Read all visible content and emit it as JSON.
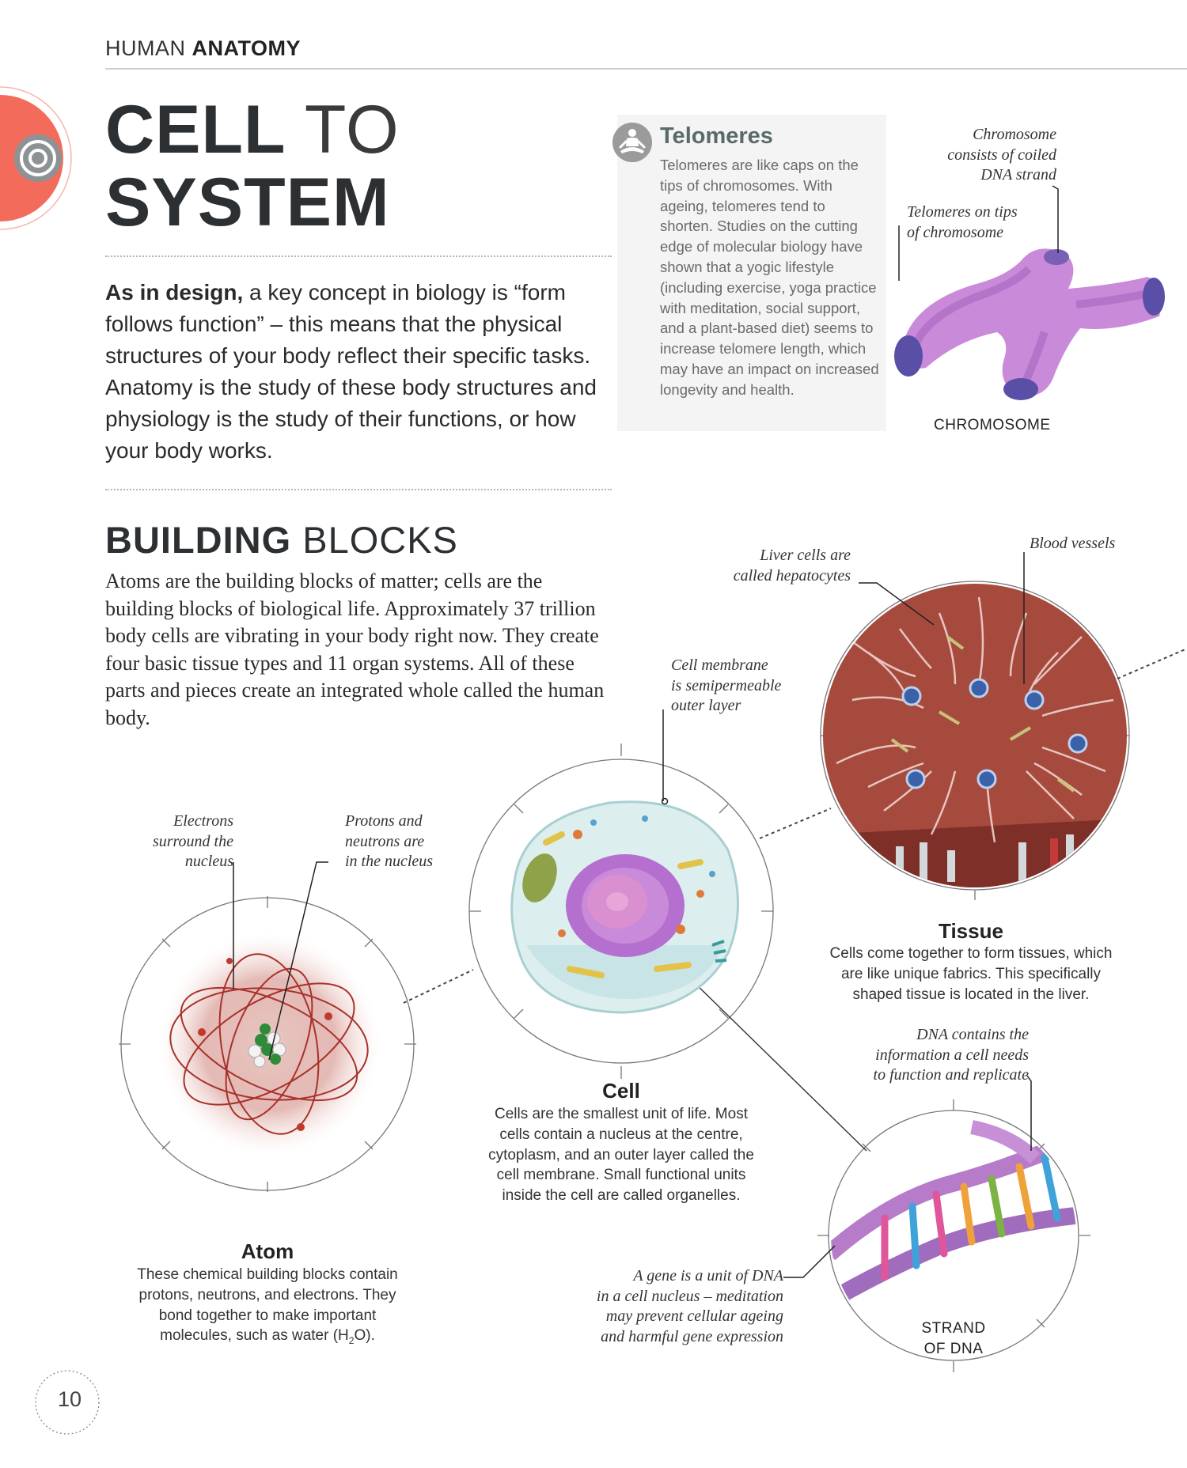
{
  "header": {
    "section_light": "HUMAN",
    "section_bold": "ANATOMY"
  },
  "title": {
    "line1_bold": "CELL",
    "line1_light": "TO",
    "line2_bold": "SYSTEM"
  },
  "intro": {
    "lead": "As in design,",
    "text": "a key concept in biology is “form follows function” – this means that the physical structures of your body reflect their specific tasks. Anatomy is the study of these body structures and physiology is the study of their functions, or how your body works."
  },
  "telomeres": {
    "title": "Telomeres",
    "body": "Telomeres are like caps on the tips of chromosomes. With ageing, telomeres tend to shorten. Studies on the cutting edge of molecular biology have shown that a yogic lifestyle (including exercise, yoga practice with meditation, social support, and a plant-based diet) seems to increase telomere length, which may have an impact on increased longevity and health.",
    "icon": "meditation-icon"
  },
  "chromosome": {
    "note_coiled": [
      "Chromosome",
      "consists of coiled",
      "DNA strand"
    ],
    "note_tips": [
      "Telomeres on tips",
      "of chromosome"
    ],
    "label": "CHROMOSOME"
  },
  "building_blocks": {
    "title_bold": "BUILDING",
    "title_light": "BLOCKS",
    "body": "Atoms are the building blocks of matter; cells are the building blocks of biological life. Approximately 37 trillion body cells are vibrating in your body right now. They create four basic tissue types and 11 organ systems. All of these parts and pieces create an integrated whole called the human body."
  },
  "atom": {
    "note_electrons": [
      "Electrons",
      "surround the",
      "nucleus"
    ],
    "note_protons": [
      "Protons and",
      "neutrons are",
      "in the nucleus"
    ],
    "title": "Atom",
    "body": [
      "These chemical building blocks contain",
      "protons, neutrons, and electrons. They",
      "bond together to make important",
      "molecules, such as water (H"
    ],
    "water_sub": "2",
    "water_end": "O)."
  },
  "cell": {
    "note_membrane": [
      "Cell membrane",
      "is semipermeable",
      "outer layer"
    ],
    "title": "Cell",
    "body": [
      "Cells are the smallest unit of life. Most",
      "cells contain a nucleus at the centre,",
      "cytoplasm, and an outer layer called the",
      "cell membrane. Small functional units",
      "inside the cell are called organelles."
    ]
  },
  "tissue": {
    "note_liver": [
      "Liver cells are",
      "called hepatocytes"
    ],
    "note_blood": "Blood vessels",
    "title": "Tissue",
    "body": [
      "Cells come together to form tissues, which",
      "are like unique fabrics. This specifically",
      "shaped tissue is located in the liver."
    ]
  },
  "dna": {
    "note_info": [
      "DNA contains the",
      "information a cell needs",
      "to function and replicate"
    ],
    "note_gene": [
      "A gene is a unit of DNA",
      "in a cell nucleus – meditation",
      "may prevent cellular ageing",
      "and harmful gene expression"
    ],
    "label": [
      "STRAND",
      "OF DNA"
    ]
  },
  "page_number": "10",
  "colors": {
    "accent_red": "#f26b5b",
    "heading": "#2c3033"
  }
}
